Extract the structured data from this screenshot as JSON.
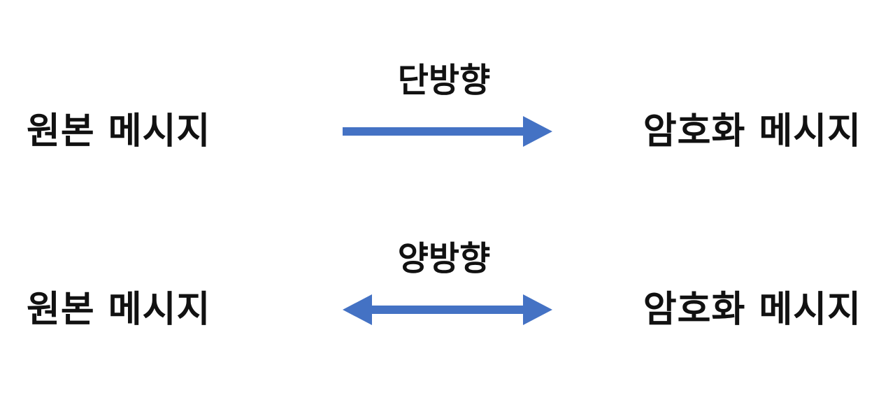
{
  "diagram": {
    "rows": [
      {
        "direction_label": "단방향",
        "source_label": "원본 메시지",
        "target_label": "암호화 메시지",
        "arrow_type": "one-way"
      },
      {
        "direction_label": "양방향",
        "source_label": "원본 메시지",
        "target_label": "암호화 메시지",
        "arrow_type": "two-way"
      }
    ],
    "colors": {
      "arrow": "#4472c4",
      "text": "#111111",
      "background": "#ffffff"
    }
  }
}
